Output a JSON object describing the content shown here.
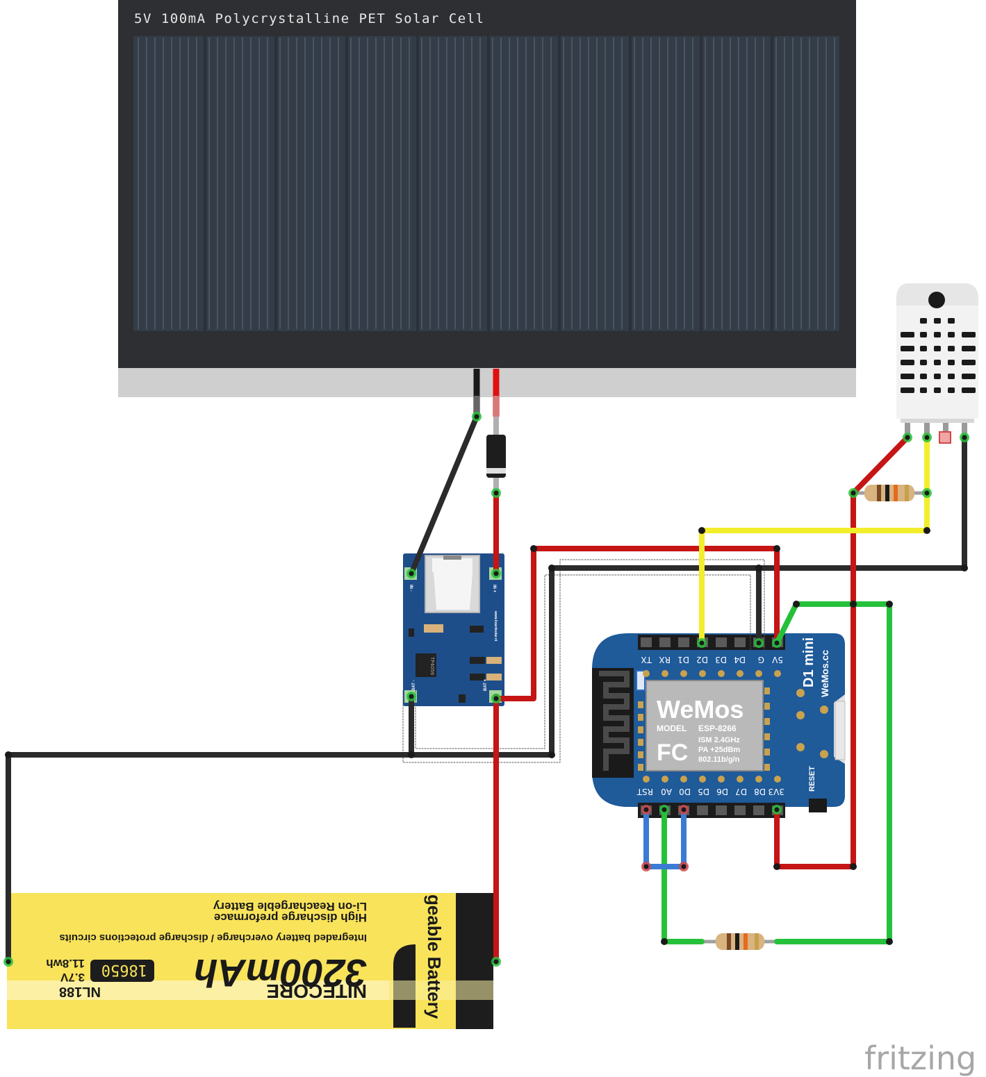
{
  "solar_panel": {
    "label": "5V 100mA Polycrystalline PET Solar Cell"
  },
  "charger": {
    "chip": "TP4056",
    "pin_in_minus": "IN -",
    "pin_in_plus": "IN +",
    "pin_bat_minus": "BAT -",
    "pin_bat_plus": "BAT +",
    "url": "www.lizardsolar.nl"
  },
  "wemos": {
    "top_pins": [
      "TX",
      "RX",
      "D1",
      "D2",
      "D3",
      "D4",
      "G",
      "5V"
    ],
    "bottom_pins": [
      "RST",
      "A0",
      "D0",
      "D5",
      "D6",
      "D7",
      "D8",
      "3V3"
    ],
    "model_name": "D1 mini",
    "brand_small": "WeMos.cc",
    "logo": "WeMos",
    "model_label": "MODEL",
    "model": "ESP-8266",
    "spec1": "ISM 2.4GHz",
    "spec2": "PA +25dBm",
    "spec3": "802.11b/g/n",
    "fcc": "FC",
    "reset": "RESET"
  },
  "battery": {
    "title": "Li-on Reachargeble Battery",
    "subtitle": "High discharge preformace",
    "note": "Integraded battery overcharge / discharge protections circuits",
    "capacity": "3200mAh",
    "size": "18650",
    "voltage": "3.7V",
    "energy": "11.8wh",
    "brand": "NITECORE",
    "model": "NL188",
    "side_text": "geable Battery"
  },
  "footer": {
    "logo": "fritzing"
  },
  "colors": {
    "red_wire": "#c51515",
    "black_wire": "#2b2b2b",
    "yellow_wire": "#f2ee2c",
    "green_wire": "#25c13a",
    "blue_wire": "#3b7bd4",
    "pcb_blue": "#1f5a99",
    "charger_blue": "#1e4e8a",
    "battery_yellow": "#f9e35a"
  }
}
